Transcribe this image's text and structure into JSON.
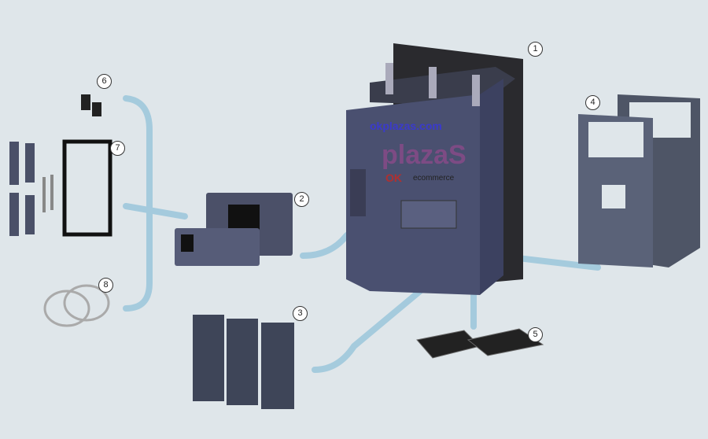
{
  "callouts": {
    "c1": "1",
    "c2": "2",
    "c3": "3",
    "c4": "4",
    "c5": "5",
    "c6": "6",
    "c7": "7",
    "c8": "8"
  },
  "watermark": {
    "site": "okplazas.com",
    "brand": "plazaS",
    "ok": "OK",
    "tagline": "ecommerce"
  },
  "colors": {
    "background": "#dfe6ea",
    "connector": "#9ec8dc",
    "device": "#4a5070",
    "backplate": "#2a2a2e"
  }
}
